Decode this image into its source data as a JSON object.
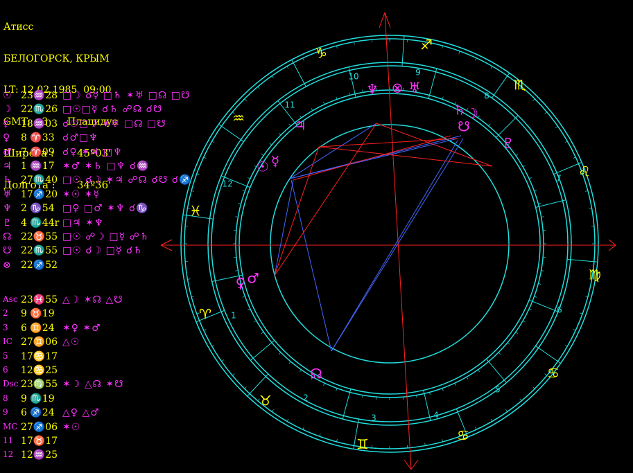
{
  "header": {
    "name": "Атисс",
    "place": "БЕЛОГОРСК, КРЫМ",
    "lt": "LT: 12.02.1985  09:00",
    "gmt": "GMT: +3",
    "house_system": "Плацидус",
    "lat_label": "Широта :",
    "lat_value": "45º03'",
    "lon_label": "Долгота :",
    "lon_value": "34º36'"
  },
  "planets": [
    {
      "symbol": "☉",
      "position": "23♒28",
      "aspects": "□☽ ☌☿ □♄ ✶♅ □☊ □☋"
    },
    {
      "symbol": "☽",
      "position": "22♏26",
      "aspects": "□☉□☿ ☌♄ ☍☊ ☌☋"
    },
    {
      "symbol": "☿",
      "position": "18♒03",
      "aspects": "☌☉□☽ ✶♅ □☊ □☋"
    },
    {
      "symbol": "♀",
      "position": "8 ♈33",
      "aspects": "☌♂□♆"
    },
    {
      "symbol": "♂",
      "position": "7 ♈09",
      "aspects": "☌♀ ✶♃ □♆"
    },
    {
      "symbol": "♃",
      "position": "1 ♒17",
      "aspects": "✶♂ ✶♄ □♆ ☌♒"
    },
    {
      "symbol": "♄",
      "position": "27♏40",
      "aspects": "□☉ ☌☽ ✶♃ ☍☊ ☌☋ ☌♐"
    },
    {
      "symbol": "♅",
      "position": "17♐20",
      "aspects": "✶☉ ✶☿"
    },
    {
      "symbol": "♆",
      "position": "2 ♑54",
      "aspects": "□♀ □♂ ✶♆ ☌♑"
    },
    {
      "symbol": "♇",
      "position": "4 ♏44r",
      "aspects": "□♃ ✶♆"
    },
    {
      "symbol": "☊",
      "position": "22♉55",
      "aspects": "□☉ ☍☽ □☿ ☍♄"
    },
    {
      "symbol": "☋",
      "position": "22♏55",
      "aspects": "□☉ ☌☽ □☿ ☌♄"
    },
    {
      "symbol": "⊗",
      "position": "22♐52",
      "aspects": ""
    }
  ],
  "houses": [
    {
      "label": "Asc",
      "position": "23♓55",
      "aspects": "△☽ ✶☊ △☋"
    },
    {
      "label": "2",
      "position": "9 ♉19",
      "aspects": ""
    },
    {
      "label": "3",
      "position": "6 ♊24",
      "aspects": "✶♀ ✶♂"
    },
    {
      "label": "IC",
      "position": "27♊06",
      "aspects": "△☉"
    },
    {
      "label": "5",
      "position": "17♋17",
      "aspects": ""
    },
    {
      "label": "6",
      "position": "12♋25",
      "aspects": ""
    },
    {
      "label": "Dsc",
      "position": "23♍55",
      "aspects": "✶☽ △☊ ✶☋"
    },
    {
      "label": "8",
      "position": "9 ♏19",
      "aspects": ""
    },
    {
      "label": "9",
      "position": "6 ♐24",
      "aspects": "△♀ △♂"
    },
    {
      "label": "MC",
      "position": "27♐06",
      "aspects": "✶☉"
    },
    {
      "label": "11",
      "position": "17♉17",
      "aspects": ""
    },
    {
      "label": "12",
      "position": "12♒25",
      "aspects": ""
    }
  ],
  "wheel": {
    "signs": [
      {
        "glyph": "♑",
        "name": "capricorn"
      },
      {
        "glyph": "♐",
        "name": "sagittarius"
      },
      {
        "glyph": "♏",
        "name": "scorpio"
      },
      {
        "glyph": "♌",
        "name": "leo"
      },
      {
        "glyph": "♍",
        "name": "virgo"
      },
      {
        "glyph": "♋",
        "name": "cancer"
      },
      {
        "glyph": "♋",
        "name": "cancer-2"
      },
      {
        "glyph": "♊",
        "name": "gemini"
      },
      {
        "glyph": "♉",
        "name": "taurus"
      },
      {
        "glyph": "♈",
        "name": "aries"
      },
      {
        "glyph": "♓",
        "name": "pisces"
      },
      {
        "glyph": "♒",
        "name": "aquarius"
      }
    ],
    "house_numbers": [
      "10",
      "9",
      "8",
      "7",
      "6",
      "5",
      "4",
      "3",
      "2",
      "1",
      "12",
      "11"
    ],
    "planet_glyphs": [
      "♆",
      "⊗",
      "♅",
      "♄",
      "☽",
      "☋",
      "♇",
      "♃",
      "☉",
      "☿",
      "♀",
      "♂",
      "☊"
    ],
    "colors": {
      "ring": "#22dddd",
      "axis": "#ff2020",
      "planet": "#ff33ff",
      "sign": "#ffff00",
      "aspect_blue": "#4466ff",
      "aspect_red": "#ff2020",
      "house_num": "#22dddd"
    }
  }
}
